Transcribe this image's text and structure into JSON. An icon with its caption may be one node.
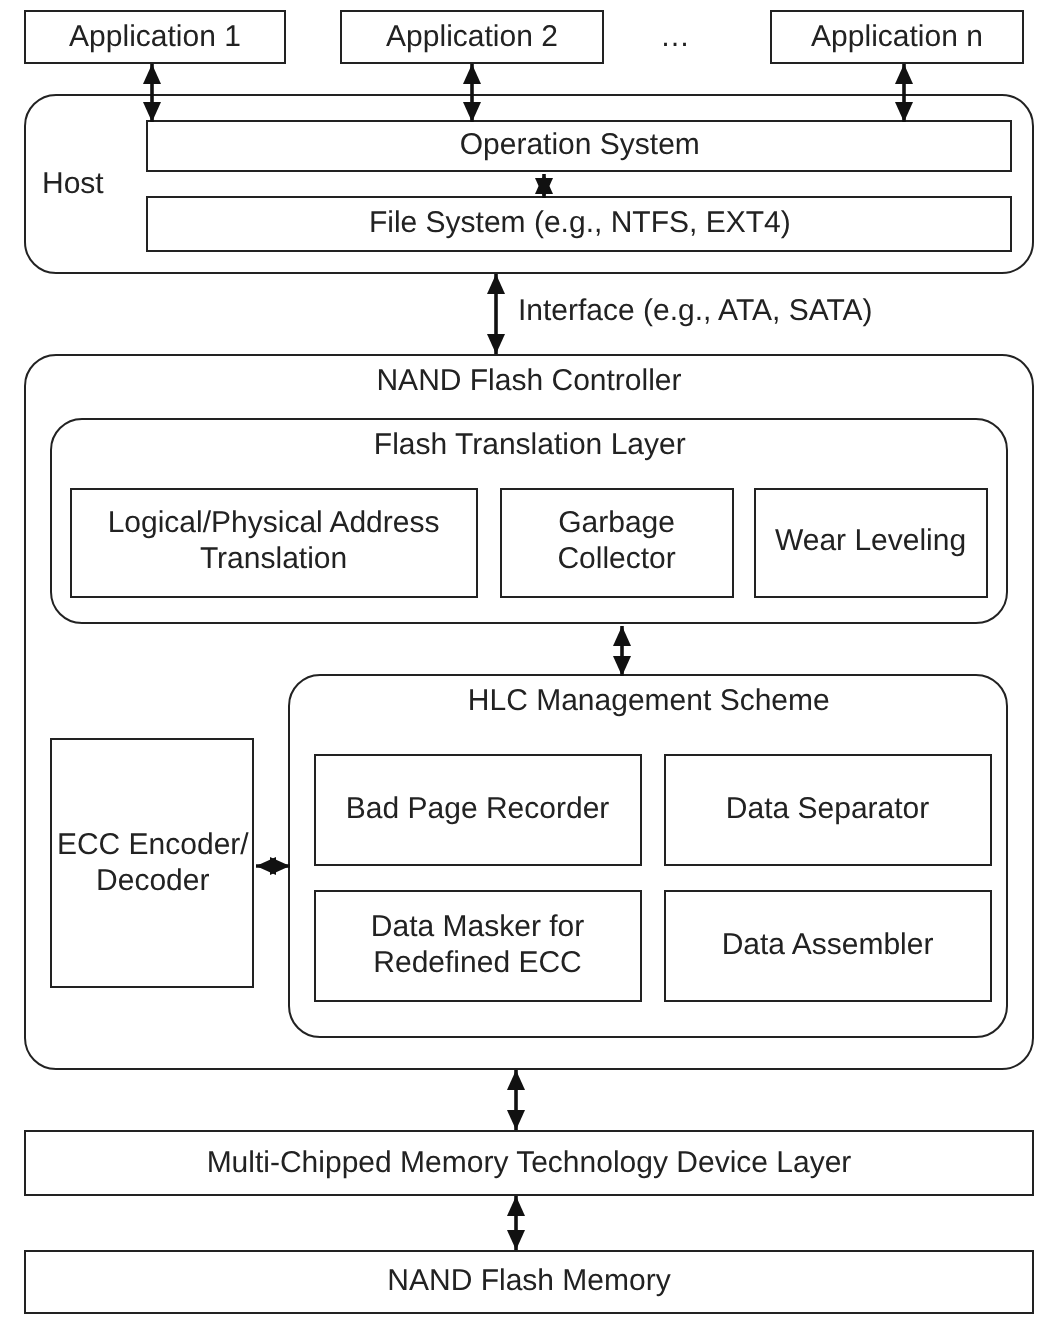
{
  "diagram": {
    "nodes": [
      {
        "text": [
          "Application 1"
        ]
      },
      {
        "text": [
          "Application 2"
        ]
      },
      {
        "text": [
          "Application n"
        ]
      },
      {
        "text": [
          "Host"
        ]
      },
      {
        "text": [
          "Operation System"
        ],
        "in": 3
      },
      {
        "text": [
          "File System (e.g., NTFS, EXT4)"
        ],
        "in": 3
      },
      {
        "text": [
          "NAND Flash Controller"
        ]
      },
      {
        "text": [
          "Flash Translation Layer"
        ],
        "in": 6
      },
      {
        "text": [
          "Logical/Physical Address Translation"
        ],
        "in": 7
      },
      {
        "text": [
          "Garbage Collector"
        ],
        "in": 7
      },
      {
        "text": [
          "Wear Leveling"
        ],
        "in": 7
      },
      {
        "text": [
          "HLC Management Scheme"
        ],
        "in": 6
      },
      {
        "text": [
          "ECC Encoder/ Decoder"
        ],
        "in": 6
      },
      {
        "text": [
          "Bad Page Recorder"
        ],
        "in": 11
      },
      {
        "text": [
          "Data Separator"
        ],
        "in": 11
      },
      {
        "text": [
          "Data Masker for Redefined ECC"
        ],
        "in": 11
      },
      {
        "text": [
          "Data Assembler"
        ],
        "in": 11
      },
      {
        "text": [
          "Multi-Chipped Memory Technology Device Layer"
        ]
      },
      {
        "text": [
          "NAND Flash Memory"
        ]
      }
    ],
    "edges": [
      {
        "from": 0,
        "to": 4,
        "arrow": "both"
      },
      {
        "from": 1,
        "to": 4,
        "arrow": "both"
      },
      {
        "from": 2,
        "to": 4,
        "arrow": "both"
      },
      {
        "from": 4,
        "to": 5,
        "arrow": "both"
      },
      {
        "from": 3,
        "to": 6,
        "arrow": "both",
        "label": "Interface (e.g., ATA, SATA)"
      },
      {
        "from": 7,
        "to": 11,
        "arrow": "both"
      },
      {
        "from": 12,
        "to": 11,
        "arrow": "both"
      },
      {
        "from": 6,
        "to": 17,
        "arrow": "both"
      },
      {
        "from": 17,
        "to": 18,
        "arrow": "both"
      }
    ],
    "labels": [
      "…"
    ]
  }
}
